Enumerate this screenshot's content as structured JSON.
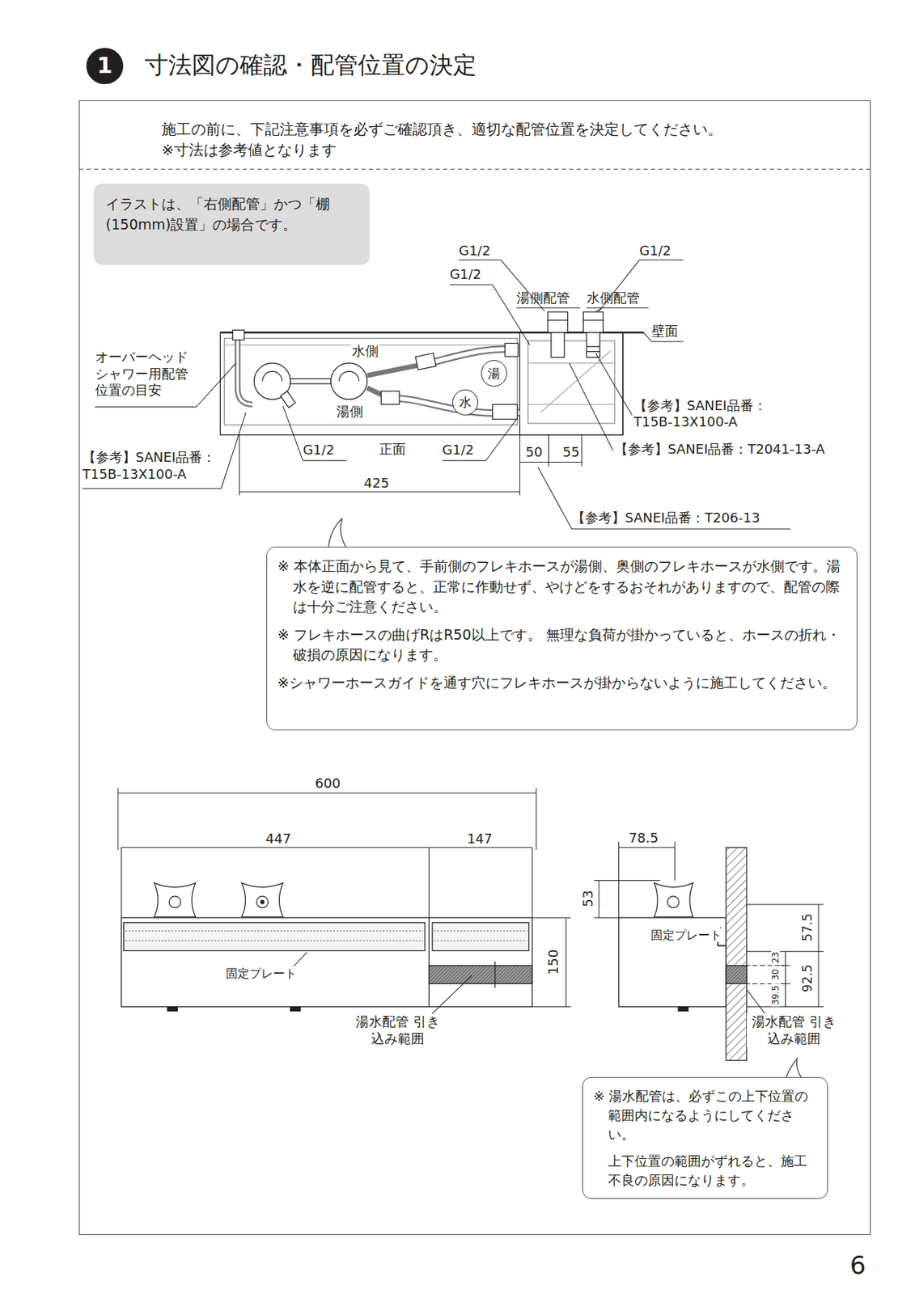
{
  "diagram": {
    "title": "寸法図の確認・配管位置の決定",
    "nodes": [
      {
        "text": [
          "1"
        ]
      },
      {
        "text": [
          "施工の前に、下記注意事項を必ずご確認頂き、適切な配管位置を決定してください。",
          "※寸法は参考値となります"
        ]
      },
      {
        "text": [
          "イラストは、「右側配管」かつ「棚(150mm)設置」の場合です。"
        ],
        "in": 1
      },
      {
        "text": [
          "湯"
        ],
        "in": 1
      },
      {
        "text": [
          "水"
        ],
        "in": 1
      },
      {
        "text": [
          "※ 本体正面から見て、手前側のフレキホースが湯側、奥側のフレキホースが水側です。湯水を逆に配管すると、正常に作動せず、やけどをするおそれがありますので、配管の際は十分ご注意ください。",
          "※ フレキホースの曲げRはR50以上です。 無理な負荷が掛かっていると、ホースの折れ・破損の原因になります。",
          "※シャワーホースガイドを通す穴にフレキホースが掛からないように施工してください。"
        ],
        "in": 1
      },
      {
        "text": [
          "※ 湯水配管は、必ずこの上下位置の範囲内になるようにしてください。",
          "上下位置の範囲がずれると、施工不良の原因になります。"
        ],
        "in": 1
      }
    ],
    "labels": [
      "G1/2",
      "G1/2",
      "G1/2",
      "湯側配管",
      "水側配管",
      "壁面",
      "オーバーヘッド シャワー用配管 位置の目安",
      "水側",
      "湯側",
      "【参考】SANEI品番： T15B-13X100-A",
      "【参考】SANEI品番：T2041-13-A",
      "G1/2",
      "正面",
      "G1/2",
      "50",
      "55",
      "【参考】SANEI品番： T15B-13X100-A",
      "425",
      "【参考】SANEI品番：T206-13",
      "600",
      "447",
      "147",
      "150",
      "固定プレート",
      "湯水配管 引き込み範囲",
      "78.5",
      "53",
      "固定プレート",
      "57.5",
      "23",
      "30",
      "39.5",
      "92.5",
      "湯水配管 引き込み範囲",
      "6"
    ]
  }
}
